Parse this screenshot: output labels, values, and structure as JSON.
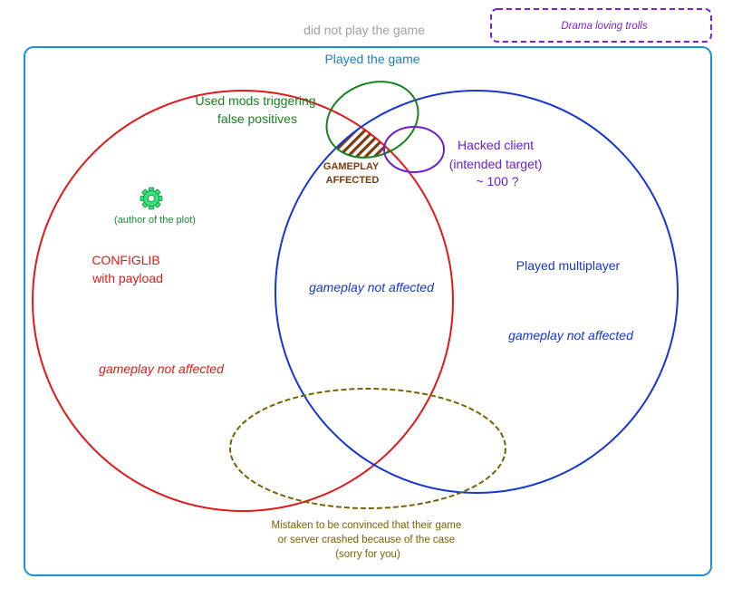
{
  "labels": {
    "outside": "did not play the game",
    "trolls": "Drama loving trolls",
    "played_game": "Played the game",
    "mods": [
      "Used mods triggering",
      "false positives"
    ],
    "gameplay_affected": [
      "GAMEPLAY",
      "AFFECTED"
    ],
    "hacked": [
      "Hacked client",
      "(intended target)",
      "~ 100 ?"
    ],
    "author": "(author of the plot)",
    "configlib": [
      "CONFIGLIB",
      "with payload"
    ],
    "played_multiplayer": "Played multiplayer",
    "not_affected_red": "gameplay not affected",
    "not_affected_center": "gameplay not affected",
    "not_affected_blue": "gameplay not affected",
    "mistaken": [
      "Mistaken to be convinced that their game",
      "or server crashed because of the case",
      "(sorry for you)"
    ]
  },
  "colors": {
    "outside": "#a0a0a0",
    "trolls": "#7a1fd6",
    "played_game": "#1a7fc4",
    "mods": "#17821f",
    "affected": "#7a3c0e",
    "hacked": "#6a1fd0",
    "author": "#1a8a3a",
    "gear": "#33e27a",
    "configlib": "#e31818",
    "multiplayer": "#1535d8",
    "mistaken": "#7a6200"
  }
}
